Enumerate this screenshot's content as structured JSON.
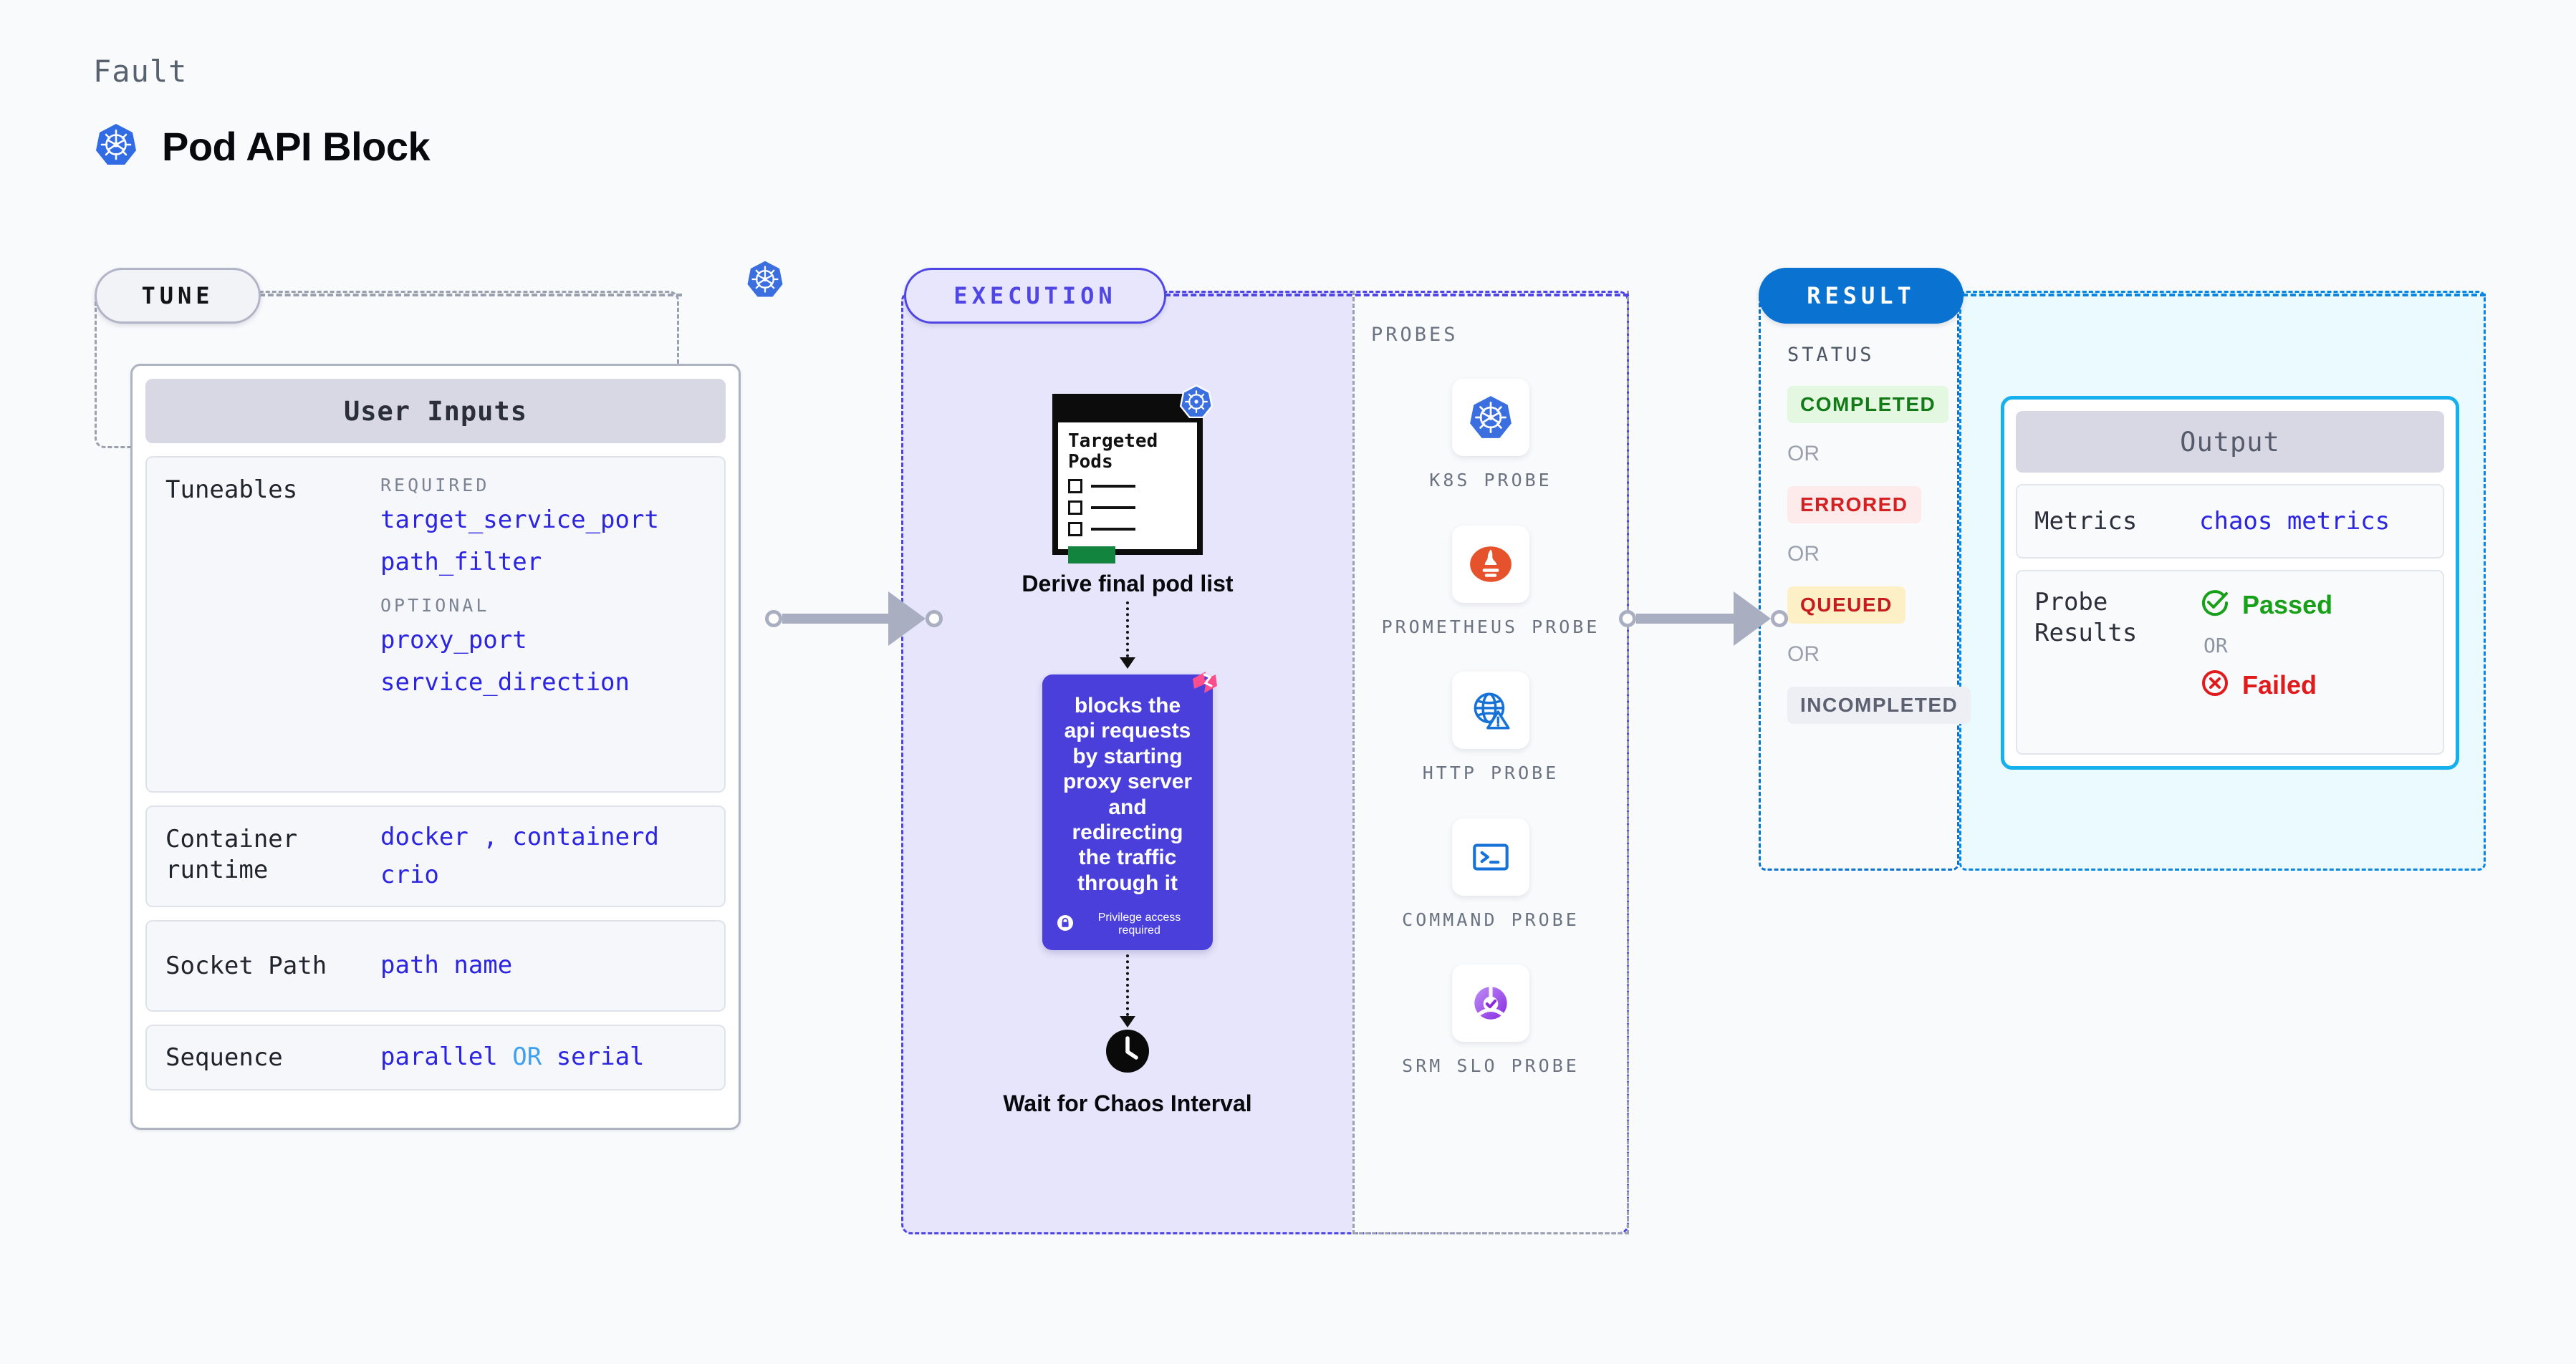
{
  "header": {
    "eyebrow": "Fault",
    "title": "Pod API Block",
    "icon": "kubernetes-icon"
  },
  "stages": {
    "tune": {
      "pill_label": "TUNE",
      "badge_icon": "kubernetes-icon"
    },
    "execution": {
      "pill_label": "EXECUTION"
    },
    "result": {
      "pill_label": "RESULT"
    }
  },
  "user_inputs": {
    "card_title": "User Inputs",
    "rows": [
      {
        "label": "Tuneables",
        "groups": [
          {
            "heading": "REQUIRED",
            "values": [
              "target_service_port",
              "path_filter"
            ]
          },
          {
            "heading": "OPTIONAL",
            "values": [
              "proxy_port",
              "service_direction"
            ]
          }
        ]
      },
      {
        "label": "Container runtime",
        "values_line1": "docker",
        "separator": ",",
        "values_line1b": "containerd",
        "values_line2": "crio"
      },
      {
        "label": "Socket Path",
        "value": "path name"
      },
      {
        "label": "Sequence",
        "value_a": "parallel",
        "or": "OR",
        "value_b": "serial"
      }
    ]
  },
  "execution": {
    "doc": {
      "title": "Targeted Pods",
      "badge_icon": "kubernetes-icon",
      "checkbox_count": 3
    },
    "derive_label": "Derive final pod list",
    "fault_card": {
      "description": "blocks the api requests by starting proxy server and redirecting the traffic through it",
      "privilege_note": "Privilege access required",
      "privilege_icon": "lock-icon",
      "corner_icon": "chaos-logo-icon",
      "bg_color": "#4a3fdb"
    },
    "wait": {
      "icon": "clock-icon",
      "label": "Wait for Chaos Interval"
    }
  },
  "probes": {
    "title": "PROBES",
    "items": [
      {
        "label": "K8S PROBE",
        "icon": "kubernetes-icon"
      },
      {
        "label": "PROMETHEUS PROBE",
        "icon": "prometheus-icon"
      },
      {
        "label": "HTTP PROBE",
        "icon": "globe-warning-icon"
      },
      {
        "label": "COMMAND PROBE",
        "icon": "terminal-icon"
      },
      {
        "label": "SRM SLO PROBE",
        "icon": "srm-slo-icon"
      }
    ]
  },
  "result": {
    "status_title": "STATUS",
    "or_label": "OR",
    "badges": [
      {
        "label": "COMPLETED",
        "bg": "#e4f7e1",
        "fg": "#127a16"
      },
      {
        "label": "ERRORED",
        "bg": "#fdeaea",
        "fg": "#d42020"
      },
      {
        "label": "QUEUED",
        "bg": "#fdefc6",
        "fg": "#c51d1d"
      },
      {
        "label": "INCOMPLETED",
        "bg": "#eeeff4",
        "fg": "#5b6170"
      }
    ]
  },
  "output": {
    "card_title": "Output",
    "metrics_label": "Metrics",
    "metrics_value": "chaos metrics",
    "probe_results_label": "Probe Results",
    "passed_label": "Passed",
    "failed_label": "Failed",
    "or_label": "OR",
    "passed_color": "#18a018",
    "failed_color": "#e01b1b"
  }
}
